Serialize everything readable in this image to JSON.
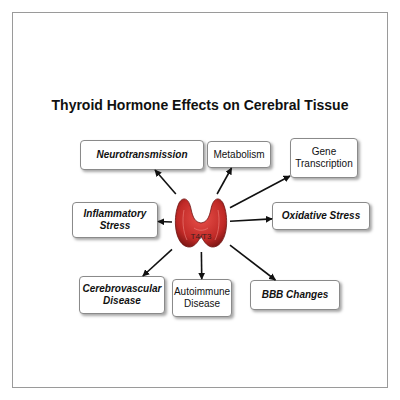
{
  "diagram": {
    "title": "Thyroid Hormone Effects on Cerebral Tissue",
    "nodes": [
      {
        "text": [
          "Neurotransmission"
        ]
      },
      {
        "text": [
          "Metabolism"
        ]
      },
      {
        "text": [
          "Gene Transcription"
        ]
      },
      {
        "text": [
          "Inflammatory Stress"
        ]
      },
      {
        "text": [
          "T4/T3"
        ]
      },
      {
        "text": [
          "Oxidative Stress"
        ]
      },
      {
        "text": [
          "Cerebrovascular Disease"
        ]
      },
      {
        "text": [
          "Autoimmune Disease"
        ]
      },
      {
        "text": [
          "BBB Changes"
        ]
      }
    ],
    "edges": [
      {
        "from": 4,
        "to": 0,
        "arrow": "to"
      },
      {
        "from": 4,
        "to": 1,
        "arrow": "to"
      },
      {
        "from": 4,
        "to": 2,
        "arrow": "to"
      },
      {
        "from": 4,
        "to": 3,
        "arrow": "to"
      },
      {
        "from": 4,
        "to": 5,
        "arrow": "to"
      },
      {
        "from": 4,
        "to": 6,
        "arrow": "to"
      },
      {
        "from": 4,
        "to": 7,
        "arrow": "to"
      },
      {
        "from": 4,
        "to": 8,
        "arrow": "to"
      }
    ]
  }
}
